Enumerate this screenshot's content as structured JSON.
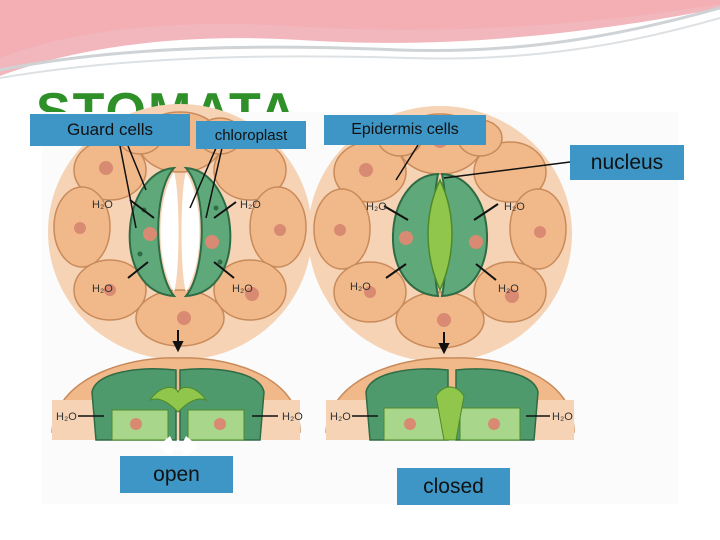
{
  "slide": {
    "title": "STOMATA"
  },
  "labels": {
    "guard_cells": "Guard cells",
    "chloroplast": "chloroplast",
    "epidermis_cells": "Epidermis cells",
    "nucleus": "nucleus",
    "open": "open",
    "closed": "closed"
  },
  "figure": {
    "water": "H₂O"
  },
  "colors": {
    "title": "#2f8f28",
    "label_box": "#3d96c5",
    "epidermis": "#f1b98a",
    "guard_cell": "#5fa87a",
    "guard_cell_closed": "#8fc64b",
    "nucleus": "#d98a72",
    "decor_pink": "#e87a86"
  }
}
